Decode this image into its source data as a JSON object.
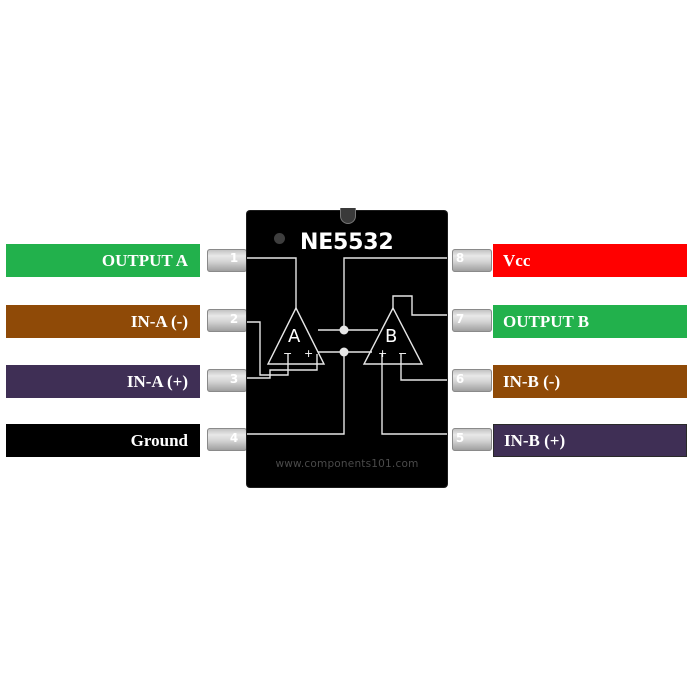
{
  "chip": {
    "part_number": "NE5532",
    "watermark": "www.components101.com",
    "amp_a_label": "A",
    "amp_b_label": "B",
    "minus": "−",
    "plus": "+"
  },
  "pins": {
    "p1": {
      "number": "1",
      "label": "OUTPUT A",
      "color": "#22b14c"
    },
    "p2": {
      "number": "2",
      "label": "IN-A (-)",
      "color": "#8f4a07"
    },
    "p3": {
      "number": "3",
      "label": "IN-A (+)",
      "color": "#3f2f55"
    },
    "p4": {
      "number": "4",
      "label": "Ground",
      "color": "#000000"
    },
    "p5": {
      "number": "5",
      "label": "IN-B (+)",
      "color": "#3f2f55"
    },
    "p6": {
      "number": "6",
      "label": "IN-B (-)",
      "color": "#8f4a07"
    },
    "p7": {
      "number": "7",
      "label": "OUTPUT B",
      "color": "#22b14c"
    },
    "p8": {
      "number": "8",
      "label": "Vcc",
      "color": "#ff0000"
    }
  }
}
